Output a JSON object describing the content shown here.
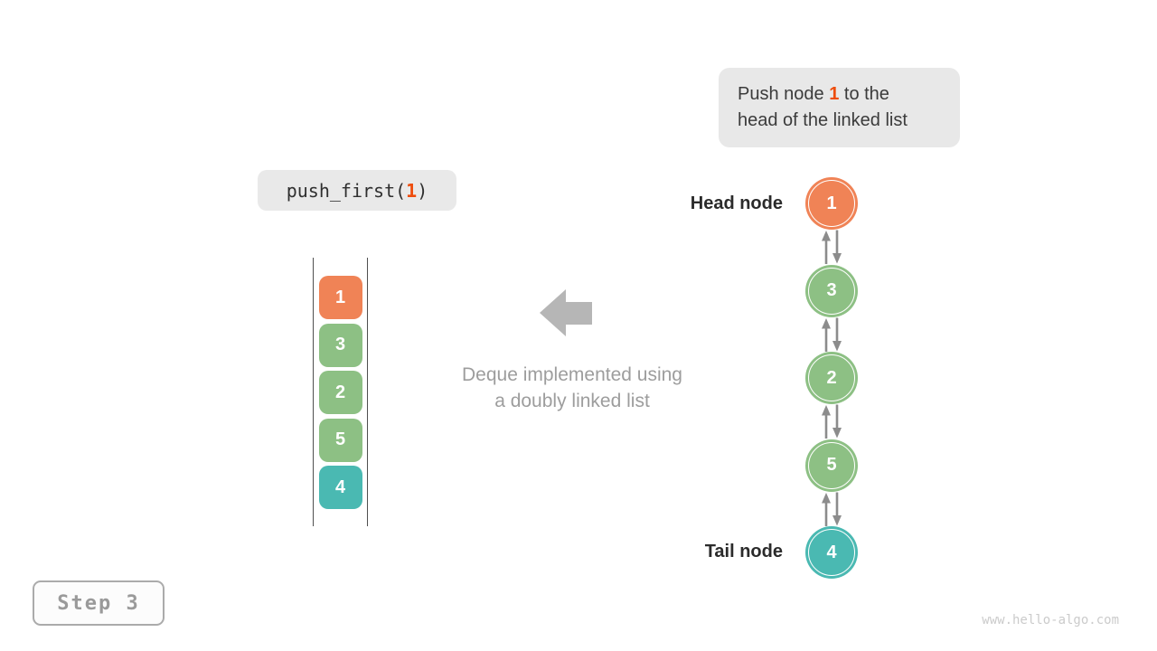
{
  "callout": {
    "line1_before": "Push node ",
    "line1_highlight": "1",
    "line1_after": " to the",
    "line2": "head of the linked list",
    "highlight_color": "#EE4D0D",
    "bg": "#E8E8E8"
  },
  "code_box": {
    "prefix": "push_first(",
    "arg": "1",
    "suffix": ")",
    "arg_color": "#EE4D0D"
  },
  "stack": {
    "items": [
      {
        "value": "1",
        "color": "#F08356"
      },
      {
        "value": "3",
        "color": "#8DC084"
      },
      {
        "value": "2",
        "color": "#8DC084"
      },
      {
        "value": "5",
        "color": "#8DC084"
      },
      {
        "value": "4",
        "color": "#4AB9B2"
      }
    ]
  },
  "center_caption": {
    "line1": "Deque implemented using",
    "line2": "a doubly linked list"
  },
  "linked_list": {
    "head_label": "Head node",
    "tail_label": "Tail node",
    "nodes": [
      {
        "value": "1",
        "color": "#F08356"
      },
      {
        "value": "3",
        "color": "#8DC084"
      },
      {
        "value": "2",
        "color": "#8DC084"
      },
      {
        "value": "5",
        "color": "#8DC084"
      },
      {
        "value": "4",
        "color": "#4AB9B2"
      }
    ]
  },
  "step_badge": {
    "label": "Step 3"
  },
  "watermark": "www.hello-algo.com",
  "colors": {
    "connector_gray": "#8C8C8C",
    "big_arrow_gray": "#B6B6B6",
    "stack_rail": "#4F4F4F"
  },
  "icons": {
    "big_arrow": "left-arrow-icon",
    "node_links": "bidirectional-arrows-icon"
  }
}
